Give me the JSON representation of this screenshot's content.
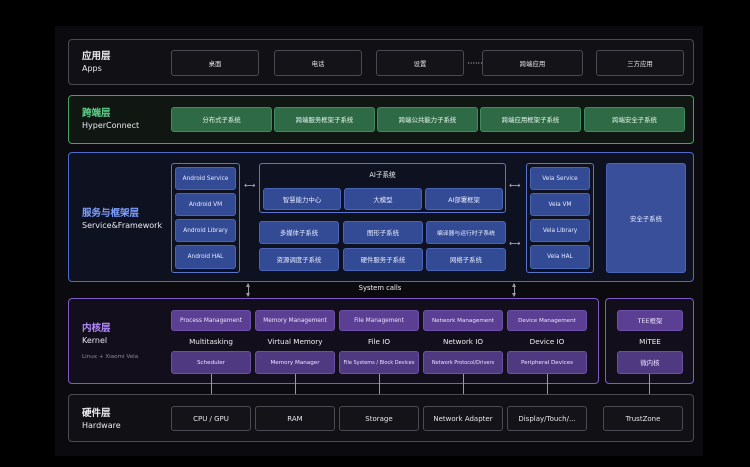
{
  "layers": {
    "apps": {
      "zh": "应用层",
      "en": "Apps",
      "items": [
        "桌面",
        "电话",
        "设置",
        "······",
        "跨端应用",
        "三方应用"
      ]
    },
    "hyperconnect": {
      "zh": "跨端层",
      "en": "HyperConnect",
      "items": [
        "分布式子系统",
        "跨端服务框架子系统",
        "跨端公共能力子系统",
        "跨端应用框架子系统",
        "跨端安全子系统"
      ]
    },
    "service": {
      "zh": "服务与框架层",
      "en": "Service&Framework",
      "android": [
        "Android Service",
        "Android VM",
        "Android Library",
        "Android HAL"
      ],
      "ai_title": "AI子系统",
      "ai_items": [
        "智慧能力中心",
        "大模型",
        "AI部署框架"
      ],
      "mid_row1": [
        "多媒体子系统",
        "图形子系统",
        "编译器与运行时子系统"
      ],
      "mid_row2": [
        "资源调度子系统",
        "硬件服务子系统",
        "网络子系统"
      ],
      "vela": [
        "Vela Service",
        "Vela VM",
        "Vela Library",
        "Vela HAL"
      ],
      "security": "安全子系统"
    },
    "system_calls": "System calls",
    "kernel": {
      "zh": "内核层",
      "en": "Kernel",
      "sub": "Linux + Xiaomi Vela",
      "columns": [
        {
          "top": "Process Management",
          "mid": "Multitasking",
          "bot": "Scheduler"
        },
        {
          "top": "Memory Management",
          "mid": "Virtual Memory",
          "bot": "Memory Manager"
        },
        {
          "top": "File Management",
          "mid": "File IO",
          "bot": "File Systems / Block Devices"
        },
        {
          "top": "Network Management",
          "mid": "Network IO",
          "bot": "Network Protocol/Drivers"
        },
        {
          "top": "Device Management",
          "mid": "Device IO",
          "bot": "Peripheral Devices"
        }
      ],
      "tee": {
        "top": "TEE框架",
        "mid": "MiTEE",
        "bot": "微内核"
      }
    },
    "hardware": {
      "zh": "硬件层",
      "en": "Hardware",
      "items": [
        "CPU / GPU",
        "RAM",
        "Storage",
        "Network Adapter",
        "Display/Touch/...",
        "TrustZone"
      ]
    }
  },
  "colors": {
    "apps_border": "#4a4a52",
    "hyperconnect_border": "#3fa55f",
    "service_border": "#4f6bd0",
    "kernel_border": "#7e5bc6",
    "hardware_border": "#4a4a52",
    "hyperconnect_title": "#5fd08a",
    "service_title": "#7ea0ff",
    "kernel_title": "#b58cff"
  }
}
